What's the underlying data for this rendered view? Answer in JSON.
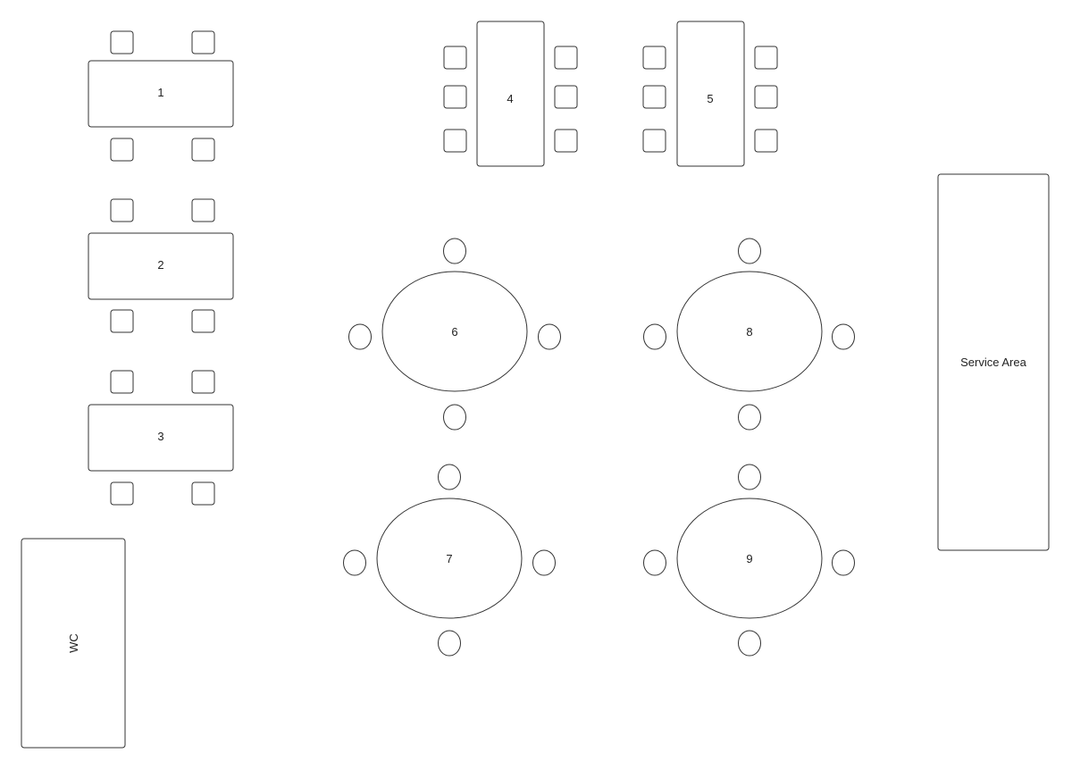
{
  "colors": {
    "background": "#ffffff",
    "stroke": "#333333",
    "text": "#222222"
  },
  "rect_tables": [
    {
      "label": "1",
      "seats": 4
    },
    {
      "label": "2",
      "seats": 4
    },
    {
      "label": "3",
      "seats": 4
    },
    {
      "label": "4",
      "seats": 6
    },
    {
      "label": "5",
      "seats": 6
    }
  ],
  "round_tables": [
    {
      "label": "6",
      "seats": 4
    },
    {
      "label": "7",
      "seats": 4
    },
    {
      "label": "8",
      "seats": 4
    },
    {
      "label": "9",
      "seats": 4
    }
  ],
  "areas": {
    "service": "Service Area",
    "wc": "WC"
  }
}
